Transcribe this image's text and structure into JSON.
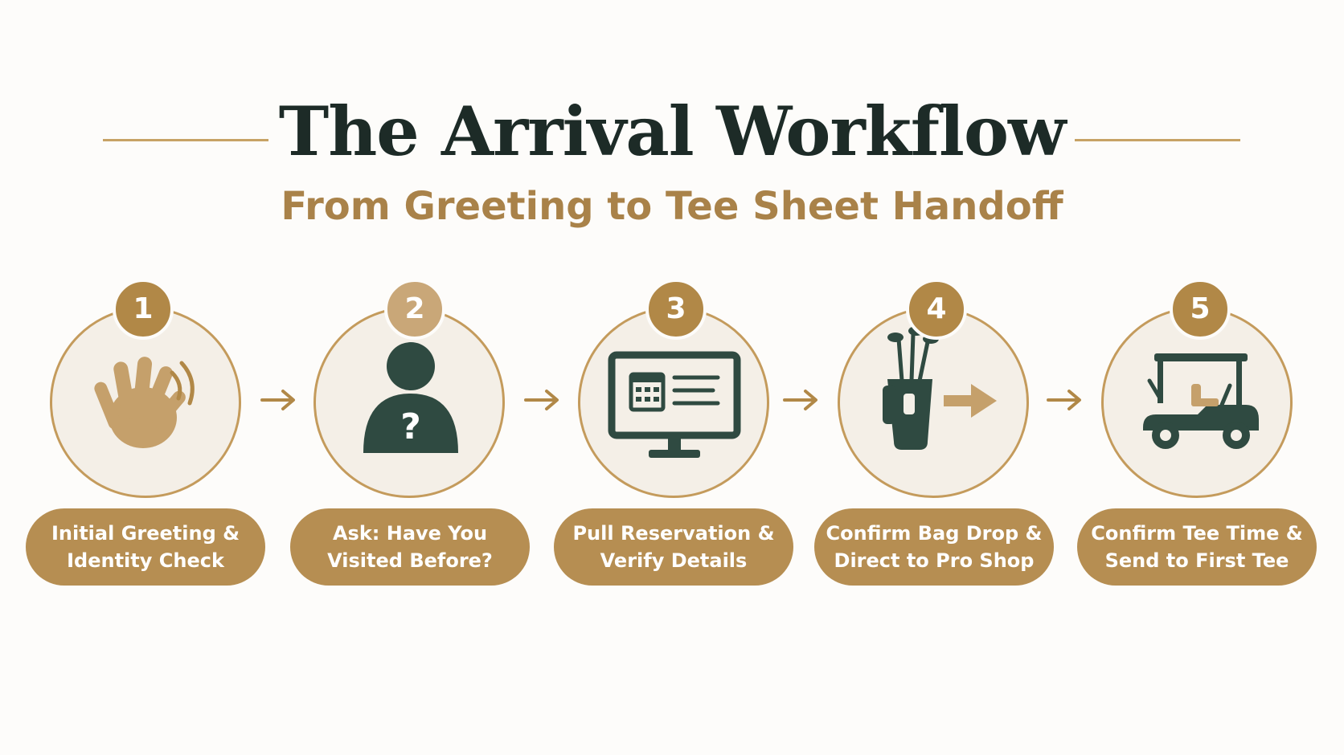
{
  "header": {
    "title": "The Arrival Workflow",
    "subtitle": "From Greeting to Tee Sheet Handoff"
  },
  "colors": {
    "background": "#fdfcfa",
    "title": "#1d2b27",
    "accent": "#b68e52",
    "icon_dark": "#2f4a41"
  },
  "steps": [
    {
      "number": "1",
      "icon": "waving-hand-icon",
      "label": "Initial Greeting &\nIdentity Check"
    },
    {
      "number": "2",
      "icon": "person-question-icon",
      "label": "Ask: Have You\nVisited Before?"
    },
    {
      "number": "3",
      "icon": "computer-reservation-icon",
      "label": "Pull Reservation &\nVerify Details"
    },
    {
      "number": "4",
      "icon": "golf-bag-arrow-icon",
      "label": "Confirm Bag Drop &\nDirect to Pro Shop"
    },
    {
      "number": "5",
      "icon": "golf-cart-icon",
      "label": "Confirm Tee Time &\nSend to First Tee"
    }
  ]
}
